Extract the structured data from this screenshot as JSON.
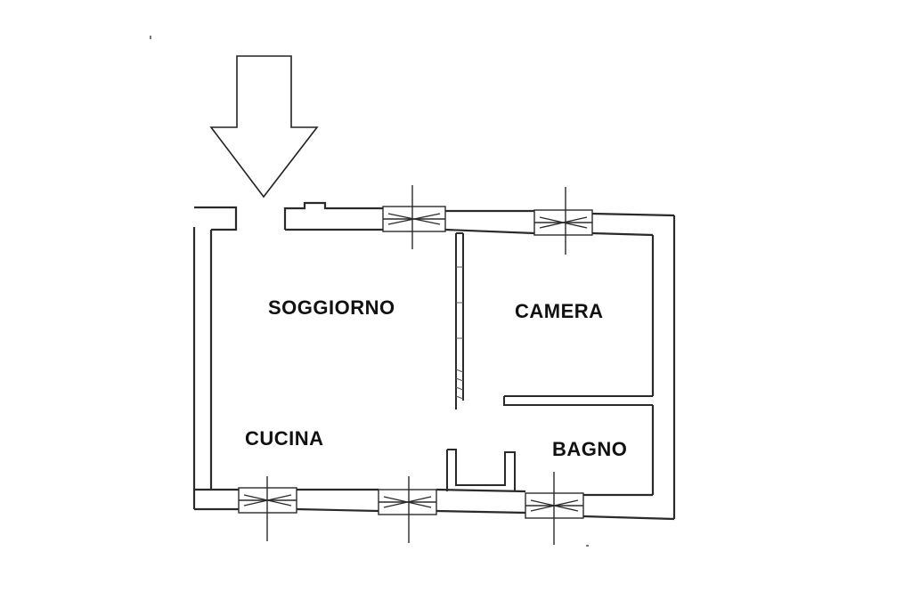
{
  "plan": {
    "rooms": {
      "soggiorno": "SOGGIORNO",
      "camera": "CAMERA",
      "cucina": "CUCINA",
      "bagno": "BAGNO"
    },
    "entrance_arrow": "arrow-down-icon",
    "colors": {
      "wall": "#2a2a2a",
      "hatch": "#555555",
      "background": "#ffffff"
    }
  }
}
